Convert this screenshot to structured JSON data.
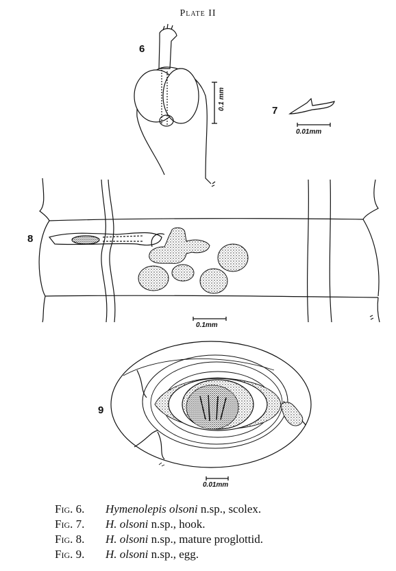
{
  "plate_title": "Plate II",
  "figures": {
    "fig6": {
      "number": "6",
      "scale": "0.1 mm"
    },
    "fig7": {
      "number": "7",
      "scale": "0.01mm"
    },
    "fig8": {
      "number": "8",
      "scale": "0.1mm"
    },
    "fig9": {
      "number": "9",
      "scale": "0.01mm"
    }
  },
  "captions": [
    {
      "label": "Fig. 6.",
      "species": "Hymenolepis olsoni",
      "rest": " n.sp., scolex."
    },
    {
      "label": "Fig. 7.",
      "species": "H. olsoni",
      "rest": " n.sp., hook."
    },
    {
      "label": "Fig. 8.",
      "species": "H. olsoni",
      "rest": " n.sp., mature proglottid."
    },
    {
      "label": "Fig. 9.",
      "species": "H. olsoni",
      "rest": " n.sp., egg."
    }
  ]
}
